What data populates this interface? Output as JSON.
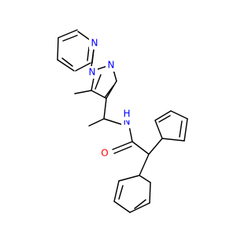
{
  "diagram": {
    "type": "chemical-structure",
    "background": "#ffffff",
    "bond_color": "#000000",
    "atom_colors": {
      "N": "#0000ff",
      "O": "#ff0000"
    }
  },
  "atoms": [
    {
      "label": "N",
      "element": "N"
    },
    {
      "label": "N",
      "element": "N"
    },
    {
      "label": "N",
      "element": "N"
    },
    {
      "label": "N",
      "element": "N"
    },
    {
      "label": "H",
      "element": "N"
    },
    {
      "label": "O",
      "element": "O"
    }
  ]
}
